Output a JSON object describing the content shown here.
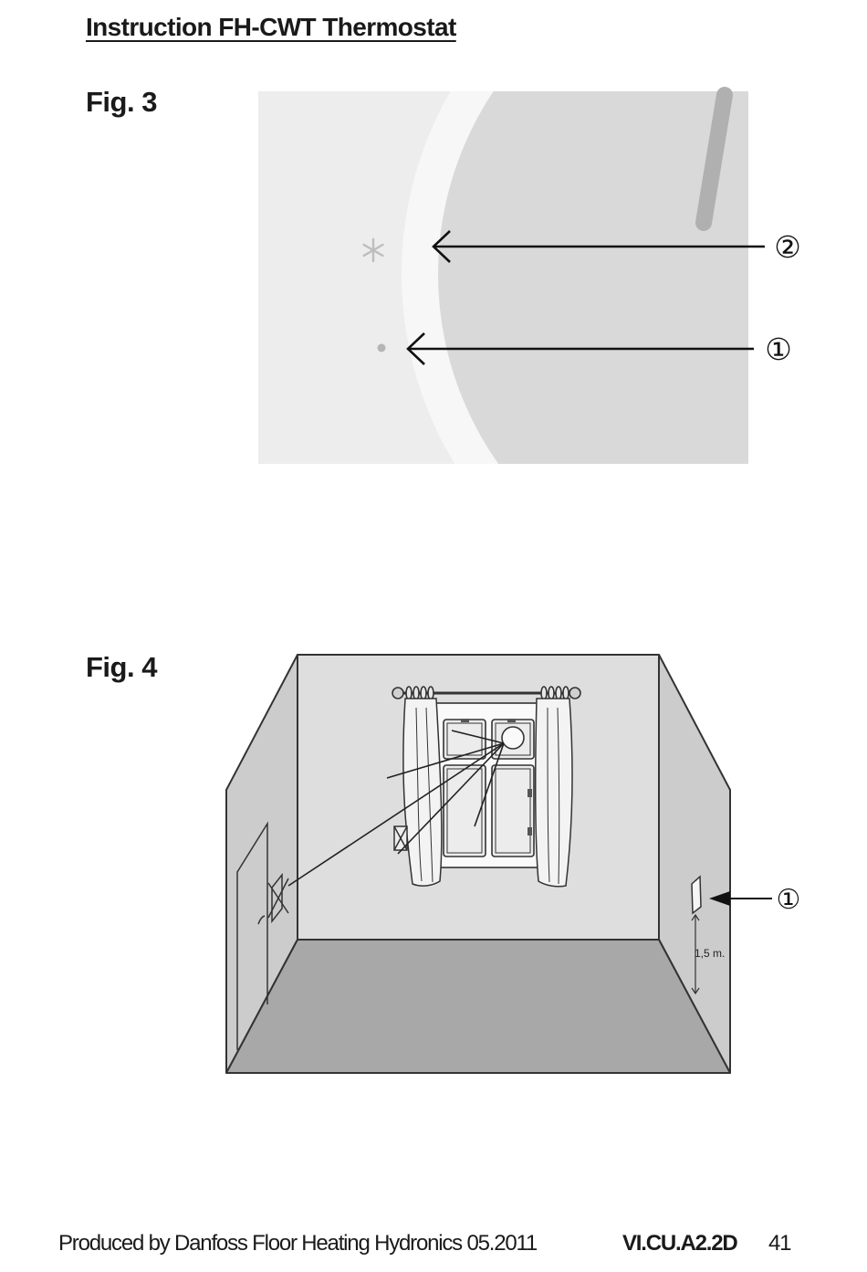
{
  "header": {
    "title": "Instruction FH-CWT Thermostat"
  },
  "figures": [
    {
      "label": "Fig. 3",
      "callouts": [
        "②",
        "①"
      ],
      "icons": [
        "snowflake-icon",
        "indicator-dot-icon",
        "dial-pointer"
      ]
    },
    {
      "label": "Fig. 4",
      "callouts": [
        "①"
      ],
      "measurement": "1,5 m."
    }
  ],
  "footer": {
    "producer": "Produced by Danfoss Floor Heating Hydronics 05.2011",
    "code": "VI.CU.A2.2D",
    "page": "41"
  },
  "colors": {
    "text": "#1a1a1a",
    "thermostat_background": "#ededed",
    "dial_ring": "#f7f7f7",
    "dial_face": "#d9d9d9",
    "back_wall": "#dedede",
    "side_wall": "#cccccc",
    "floor": "#a8a8a8"
  }
}
